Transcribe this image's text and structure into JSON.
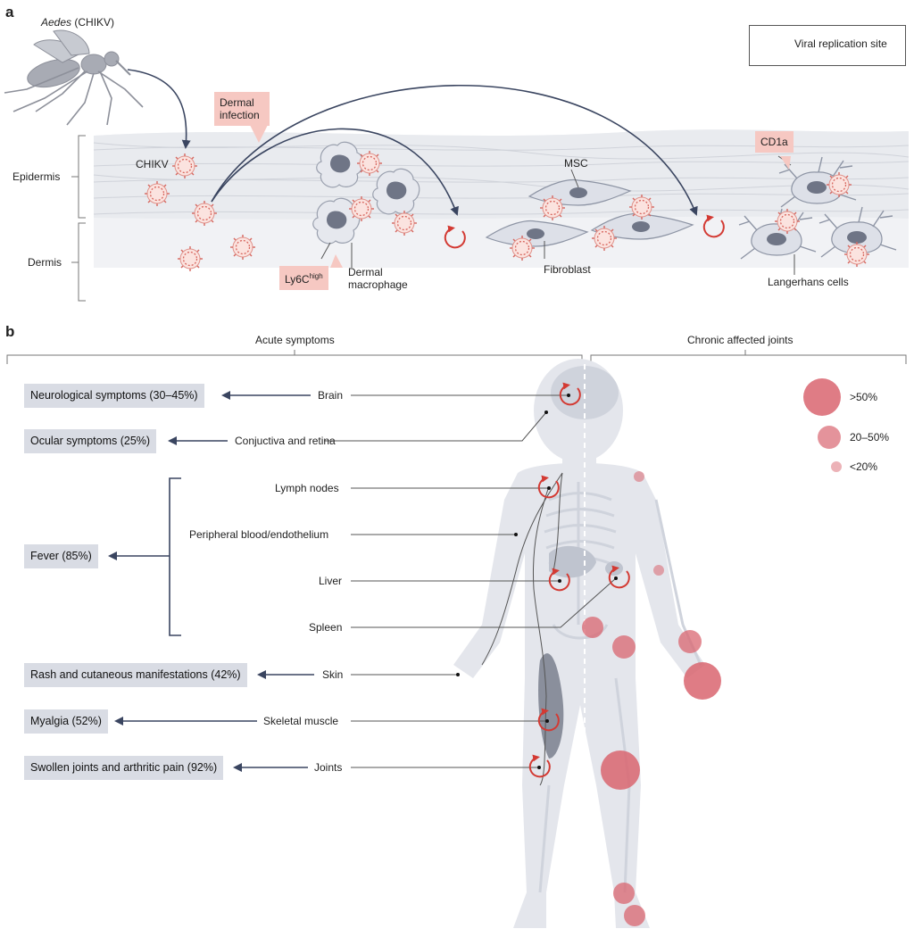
{
  "panel_a": {
    "label": "a",
    "mosquito_prefix": "Aedes",
    "mosquito_suffix": " (CHIKV)",
    "legend_text": "Viral replication site",
    "layer_epidermis": "Epidermis",
    "layer_dermis": "Dermis",
    "chikv": "CHIKV",
    "dermal_infection": "Dermal infection",
    "cd1a": "CD1a",
    "msc": "MSC",
    "fibroblast": "Fibroblast",
    "ly6c_base": "Ly6C",
    "ly6c_sup": "high",
    "dermal_macrophage": "Dermal macrophage",
    "langerhans": "Langerhans cells"
  },
  "panel_b": {
    "label": "b",
    "acute_header": "Acute symptoms",
    "chronic_header": "Chronic affected joints",
    "symptoms": [
      "Neurological symptoms (30–45%)",
      "Ocular symptoms  (25%)",
      "Fever (85%)",
      "Rash and cutaneous manifestations (42%)",
      "Myalgia (52%)",
      "Swollen joints and arthritic pain (92%)"
    ],
    "sites": [
      "Brain",
      "Conjuctiva and retina",
      "Lymph nodes",
      "Peripheral blood/endothelium",
      "Liver",
      "Spleen",
      "Skin",
      "Skeletal muscle",
      "Joints"
    ],
    "size_legend": [
      ">50%",
      "20–50%",
      "<20%"
    ],
    "colors": {
      "replication": "#d33a33",
      "joint": "#d96570",
      "arrow": "#3a4560",
      "body": "#e4e6ec"
    }
  }
}
